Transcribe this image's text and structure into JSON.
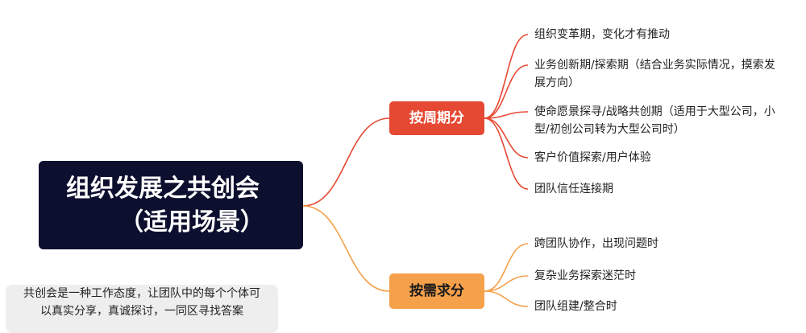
{
  "root": {
    "line1": "组织发展之共创会",
    "line2": "（适用场景）"
  },
  "branches": [
    {
      "label": "按周期分",
      "color": "#e54934",
      "leaves": [
        {
          "line1": "组织变革期，变化才有推动",
          "line2": ""
        },
        {
          "line1": "业务创新期/探索期（结合业务实际情况，摸索发",
          "line2": "展方向）"
        },
        {
          "line1": "使命愿景探寻/战略共创期（适用于大型公司，小",
          "line2": "型/初创公司转为大型公司时）"
        },
        {
          "line1": "客户价值探索/用户体验",
          "line2": ""
        },
        {
          "line1": "团队信任连接期",
          "line2": ""
        }
      ]
    },
    {
      "label": "按需求分",
      "color": "#f5a04a",
      "leaves": [
        {
          "line1": "跨团队协作，出现问题时",
          "line2": ""
        },
        {
          "line1": "复杂业务探索迷茫时",
          "line2": ""
        },
        {
          "line1": "团队组建/整合时",
          "line2": ""
        }
      ]
    }
  ],
  "note": {
    "line1": "共创会是一种工作态度，让团队中的每个个体可",
    "line2": "以真实分享，真诚探讨，一同区寻找答案"
  }
}
